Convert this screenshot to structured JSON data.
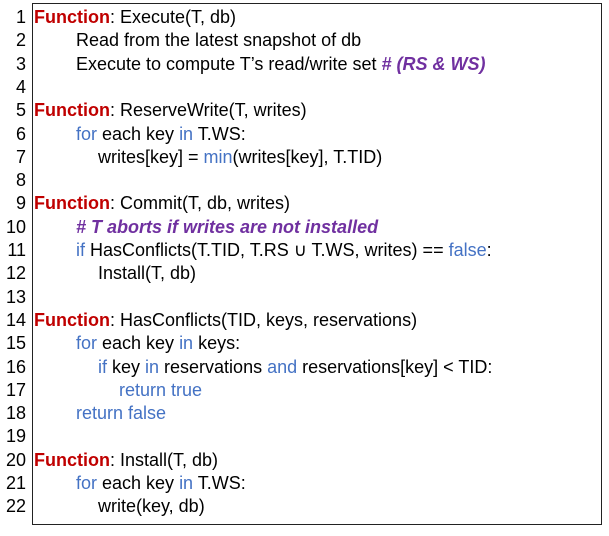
{
  "lines": [
    {
      "no": "1",
      "indent": 0,
      "tokens": [
        {
          "t": "Function",
          "k": "fn"
        },
        {
          "t": ": Execute(T, db)",
          "k": "t"
        }
      ]
    },
    {
      "no": "2",
      "indent": 1,
      "tokens": [
        {
          "t": "Read from the latest snapshot of db",
          "k": "t"
        }
      ]
    },
    {
      "no": "3",
      "indent": 1,
      "tokens": [
        {
          "t": "Execute to compute T’s read/write set ",
          "k": "t"
        },
        {
          "t": "# (RS & WS)",
          "k": "cm"
        }
      ]
    },
    {
      "no": "4",
      "indent": 0,
      "tokens": []
    },
    {
      "no": "5",
      "indent": 0,
      "tokens": [
        {
          "t": "Function",
          "k": "fn"
        },
        {
          "t": ": ReserveWrite(T, writes)",
          "k": "t"
        }
      ]
    },
    {
      "no": "6",
      "indent": 1,
      "tokens": [
        {
          "t": "for",
          "k": "kw"
        },
        {
          "t": " each key ",
          "k": "t"
        },
        {
          "t": "in",
          "k": "kw"
        },
        {
          "t": " T.WS:",
          "k": "t"
        }
      ]
    },
    {
      "no": "7",
      "indent": 2,
      "tokens": [
        {
          "t": "writes[key] = ",
          "k": "t"
        },
        {
          "t": "min",
          "k": "kw"
        },
        {
          "t": "(writes[key], T.TID)",
          "k": "t"
        }
      ]
    },
    {
      "no": "8",
      "indent": 0,
      "tokens": []
    },
    {
      "no": "9",
      "indent": 0,
      "tokens": [
        {
          "t": "Function",
          "k": "fn"
        },
        {
          "t": ": Commit(T, db, writes)",
          "k": "t"
        }
      ]
    },
    {
      "no": "10",
      "indent": 1,
      "tokens": [
        {
          "t": "# T aborts if writes are not installed",
          "k": "cm"
        }
      ]
    },
    {
      "no": "11",
      "indent": 1,
      "tokens": [
        {
          "t": "if",
          "k": "kw"
        },
        {
          "t": " HasConflicts(T.TID, T.RS ∪ T.WS, writes) == ",
          "k": "t"
        },
        {
          "t": "false",
          "k": "kw"
        },
        {
          "t": ":",
          "k": "t"
        }
      ]
    },
    {
      "no": "12",
      "indent": 2,
      "tokens": [
        {
          "t": "Install(T, db)",
          "k": "t"
        }
      ]
    },
    {
      "no": "13",
      "indent": 0,
      "tokens": []
    },
    {
      "no": "14",
      "indent": 0,
      "tokens": [
        {
          "t": "Function",
          "k": "fn"
        },
        {
          "t": ": HasConflicts(TID, keys, reservations)",
          "k": "t"
        }
      ]
    },
    {
      "no": "15",
      "indent": 1,
      "tokens": [
        {
          "t": "for",
          "k": "kw"
        },
        {
          "t": " each key ",
          "k": "t"
        },
        {
          "t": "in",
          "k": "kw"
        },
        {
          "t": " keys:",
          "k": "t"
        }
      ]
    },
    {
      "no": "16",
      "indent": 2,
      "tokens": [
        {
          "t": "if",
          "k": "kw"
        },
        {
          "t": " key ",
          "k": "t"
        },
        {
          "t": "in",
          "k": "kw"
        },
        {
          "t": " reservations ",
          "k": "t"
        },
        {
          "t": "and",
          "k": "kw"
        },
        {
          "t": " reservations[key] < TID:",
          "k": "t"
        }
      ]
    },
    {
      "no": "17",
      "indent": 3,
      "tokens": [
        {
          "t": "return true",
          "k": "kw"
        }
      ]
    },
    {
      "no": "18",
      "indent": 1,
      "tokens": [
        {
          "t": "return false",
          "k": "kw"
        }
      ]
    },
    {
      "no": "19",
      "indent": 0,
      "tokens": []
    },
    {
      "no": "20",
      "indent": 0,
      "tokens": [
        {
          "t": "Function",
          "k": "fn"
        },
        {
          "t": ": Install(T, db)",
          "k": "t"
        }
      ]
    },
    {
      "no": "21",
      "indent": 1,
      "tokens": [
        {
          "t": "for",
          "k": "kw"
        },
        {
          "t": " each key ",
          "k": "t"
        },
        {
          "t": "in",
          "k": "kw"
        },
        {
          "t": " T.WS:",
          "k": "t"
        }
      ]
    },
    {
      "no": "22",
      "indent": 2,
      "tokens": [
        {
          "t": "write(key, db)",
          "k": "t"
        }
      ]
    }
  ],
  "colors": {
    "keyword": "#4472c4",
    "function": "#c00000",
    "comment": "#7030a0",
    "text": "#000000"
  }
}
